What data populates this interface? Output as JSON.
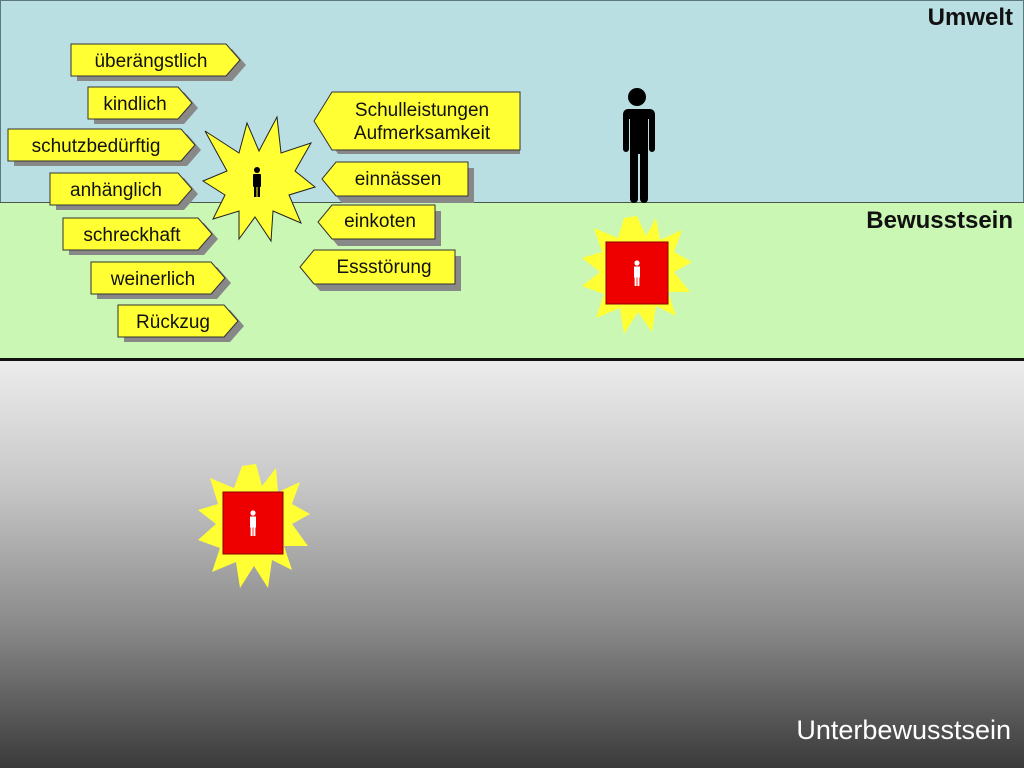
{
  "zones": {
    "umwelt": "Umwelt",
    "bewusstsein": "Bewusstsein",
    "unterbewusstsein": "Unterbewusstsein"
  },
  "traits_left": [
    "überängstlich",
    "kindlich",
    "schutzbedürftig",
    "anhänglich",
    "schreckhaft",
    "weinerlich",
    "Rückzug"
  ],
  "symptoms_right": [
    "Schulleistungen Aufmerksamkeit",
    "einnässen",
    "einkoten",
    "Essstörung"
  ],
  "colors": {
    "umwelt_bg": "#b9dfe3",
    "bewusstsein_bg": "#caf7b4",
    "tag_fill": "#ffff33",
    "burst_fill": "#ffff33",
    "box_red": "#ee0000",
    "figure": "#000000"
  },
  "icons": {
    "person": "person-icon",
    "burst": "starburst-shape"
  }
}
